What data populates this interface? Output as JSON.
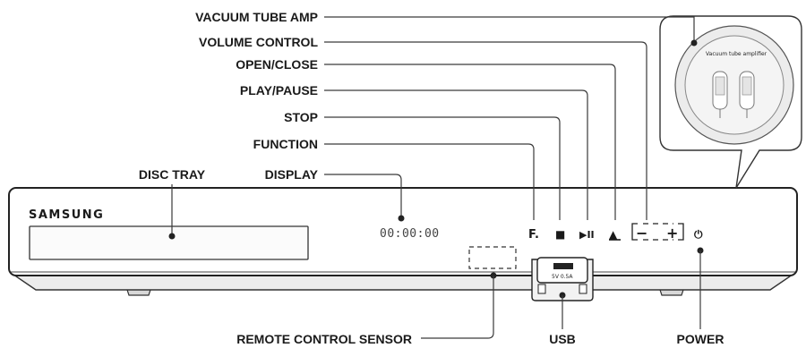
{
  "brand": "SAMSUNG",
  "display_readout": "00:00:00",
  "usb_port_text": "5V 0.5A",
  "tube_caption": "Vacuum tube amplifier",
  "button_glyphs": {
    "function": "F.",
    "stop": "■",
    "play_pause": "▶II",
    "open_close": "▲",
    "volume_down": "−",
    "volume_up": "+",
    "power": "⏻"
  },
  "labels": {
    "vacuum_tube_amp": "VACUUM TUBE AMP",
    "volume_control": "VOLUME CONTROL",
    "open_close": "OPEN/CLOSE",
    "play_pause": "PLAY/PAUSE",
    "stop": "STOP",
    "function": "FUNCTION",
    "disc_tray": "DISC TRAY",
    "display": "DISPLAY",
    "remote_control_sensor": "REMOTE CONTROL SENSOR",
    "usb": "USB",
    "power": "POWER"
  }
}
